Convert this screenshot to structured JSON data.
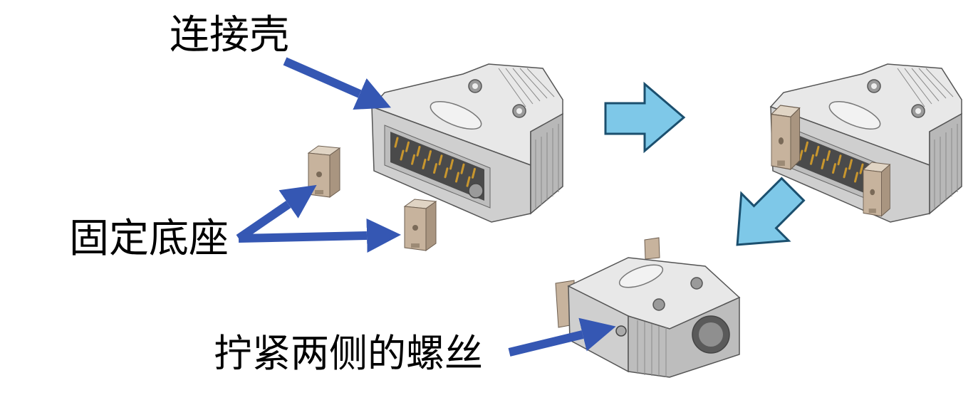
{
  "labels": {
    "shell": "连接壳",
    "base": "固定底座",
    "screws": "拧紧两侧的螺丝"
  },
  "colors": {
    "callout_arrow": "#3557b3",
    "step_arrow_fill": "#7ec8e8",
    "step_arrow_stroke": "#1b4f6e",
    "shell_gray": "#d9d9d9",
    "base_beige": "#c7b39d"
  }
}
